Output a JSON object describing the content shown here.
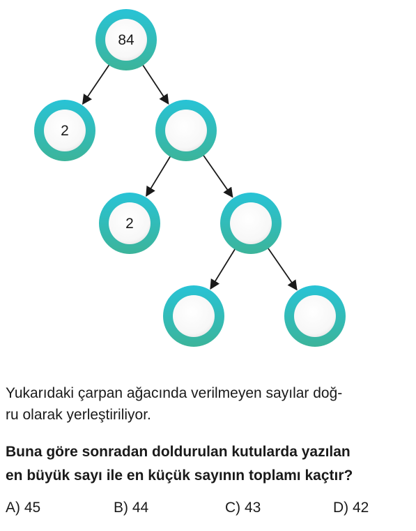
{
  "tree": {
    "nodes": [
      {
        "id": "root",
        "value": "84"
      },
      {
        "id": "l1-left",
        "value": "2"
      },
      {
        "id": "l1-right",
        "value": ""
      },
      {
        "id": "l2-left",
        "value": "2"
      },
      {
        "id": "l2-right",
        "value": ""
      },
      {
        "id": "l3-left",
        "value": ""
      },
      {
        "id": "l3-right",
        "value": ""
      }
    ],
    "edges": [
      [
        "root",
        "l1-left"
      ],
      [
        "root",
        "l1-right"
      ],
      [
        "l1-right",
        "l2-left"
      ],
      [
        "l1-right",
        "l2-right"
      ],
      [
        "l2-right",
        "l3-left"
      ],
      [
        "l2-right",
        "l3-right"
      ]
    ],
    "colors": {
      "ring_top": "#28c3d6",
      "ring_bottom": "#3cb49a",
      "arrow": "#1a1a1a",
      "inner": "#ffffff"
    }
  },
  "question": {
    "intro_line1": "Yukarıdaki çarpan ağacında verilmeyen sayılar doğ-",
    "intro_line2": "ru olarak yerleştiriliyor.",
    "prompt_line1": "Buna göre sonradan doldurulan kutularda yazılan",
    "prompt_line2": "en büyük sayı ile en küçük sayının toplamı kaçtır?"
  },
  "answers": {
    "a": "A) 45",
    "b": "B) 44",
    "c": "C) 43",
    "d": "D) 42"
  }
}
